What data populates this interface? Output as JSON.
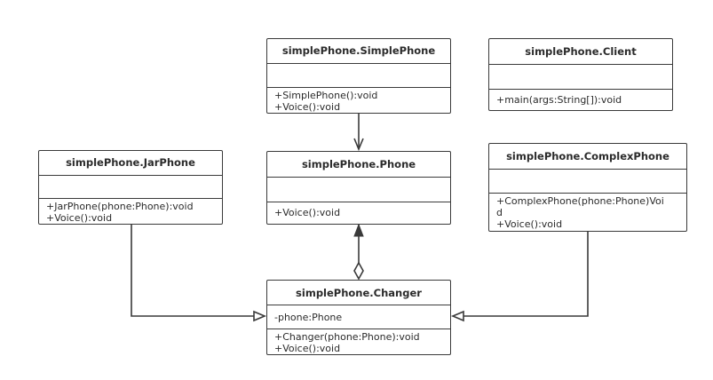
{
  "diagram": {
    "classes": {
      "simplephone": {
        "name": "simplePhone.SimplePhone",
        "attributes": [],
        "operations": [
          "+SimplePhone():void",
          "+Voice():void"
        ]
      },
      "client": {
        "name": "simplePhone.Client",
        "attributes": [],
        "operations": [
          "+main(args:String[]):void"
        ]
      },
      "jarphone": {
        "name": "simplePhone.JarPhone",
        "attributes": [],
        "operations": [
          "+JarPhone(phone:Phone):void",
          "+Voice():void"
        ]
      },
      "phone": {
        "name": "simplePhone.Phone",
        "attributes": [],
        "operations": [
          "+Voice():void"
        ]
      },
      "complexphone": {
        "name": "simplePhone.ComplexPhone",
        "attributes": [],
        "operations": [
          "+ComplexPhone(phone:Phone)Voi",
          "d",
          "+Voice():void"
        ]
      },
      "changer": {
        "name": "simplePhone.Changer",
        "attributes": [
          "-phone:Phone"
        ],
        "operations": [
          "+Changer(phone:Phone):void",
          "+Voice():void"
        ]
      }
    },
    "relations": [
      {
        "from": "simplephone",
        "to": "phone",
        "type": "generalization"
      },
      {
        "from": "changer",
        "to": "phone",
        "type": "aggregation"
      },
      {
        "from": "jarphone",
        "to": "changer",
        "type": "generalization"
      },
      {
        "from": "complexphone",
        "to": "changer",
        "type": "generalization"
      }
    ]
  }
}
